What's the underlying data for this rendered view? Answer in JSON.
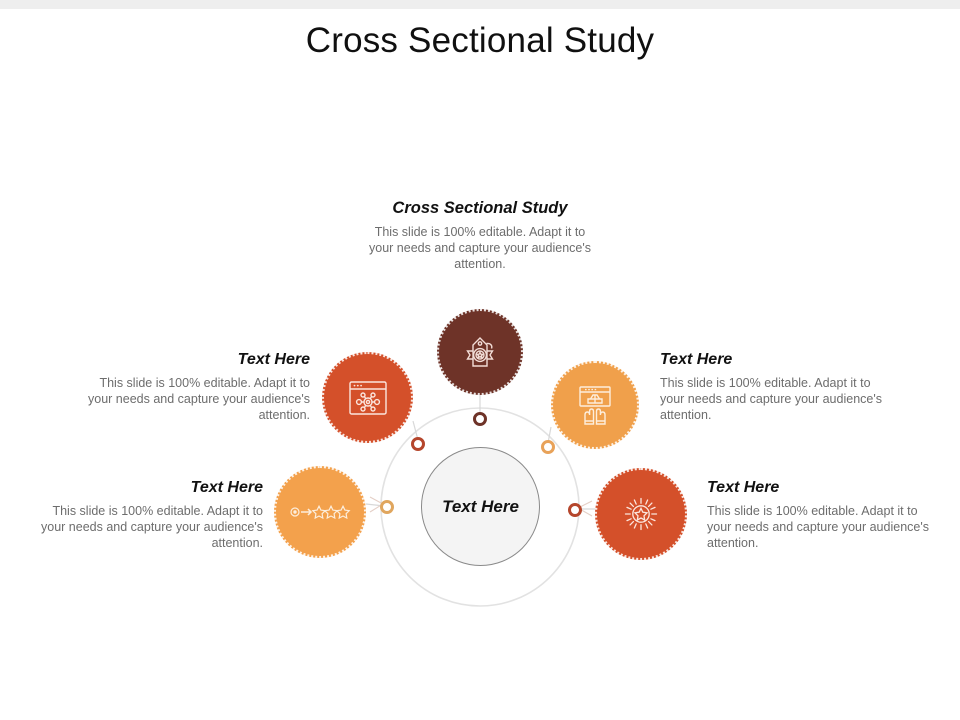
{
  "page": {
    "title": "Cross Sectional Study",
    "background_color": "#ffffff",
    "top_band_color": "#eeeeee"
  },
  "center": {
    "label": "Text Here",
    "fill_color": "#f4f4f4",
    "border_color": "#8a8a8a"
  },
  "intro": {
    "heading": "Cross Sectional Study",
    "body": "This slide is 100% editable. Adapt it to your needs and capture your audience's attention."
  },
  "nodes": [
    {
      "id": "node-top",
      "icon": "price-tag-badge-icon",
      "color": "#6e3328",
      "ring_color": "#6e3328"
    },
    {
      "id": "node-upper-left",
      "icon": "browser-network-icon",
      "color": "#d4502a",
      "ring_color": "#b5462c"
    },
    {
      "id": "node-upper-right",
      "icon": "presentation-hands-icon",
      "color": "#f0a04b",
      "ring_color": "#e8a259"
    },
    {
      "id": "node-lower-left",
      "icon": "rating-stars-arrow-icon",
      "color": "#f3a14c",
      "ring_color": "#e0a65e"
    },
    {
      "id": "node-lower-right",
      "icon": "radiant-star-icon",
      "color": "#d4502a",
      "ring_color": "#b5462c"
    }
  ],
  "callouts": [
    {
      "id": "callout-upper-left",
      "heading": "Text Here",
      "body": "This slide is 100% editable. Adapt it to your needs and capture your audience's attention."
    },
    {
      "id": "callout-upper-right",
      "heading": "Text Here",
      "body": "This slide is 100% editable. Adapt it to your needs and capture your audience's attention."
    },
    {
      "id": "callout-lower-left",
      "heading": "Text Here",
      "body": "This slide is 100% editable. Adapt it to your needs and capture your audience's attention."
    },
    {
      "id": "callout-lower-right",
      "heading": "Text Here",
      "body": "This slide is 100% editable. Adapt it to your needs and capture your audience's attention."
    }
  ]
}
